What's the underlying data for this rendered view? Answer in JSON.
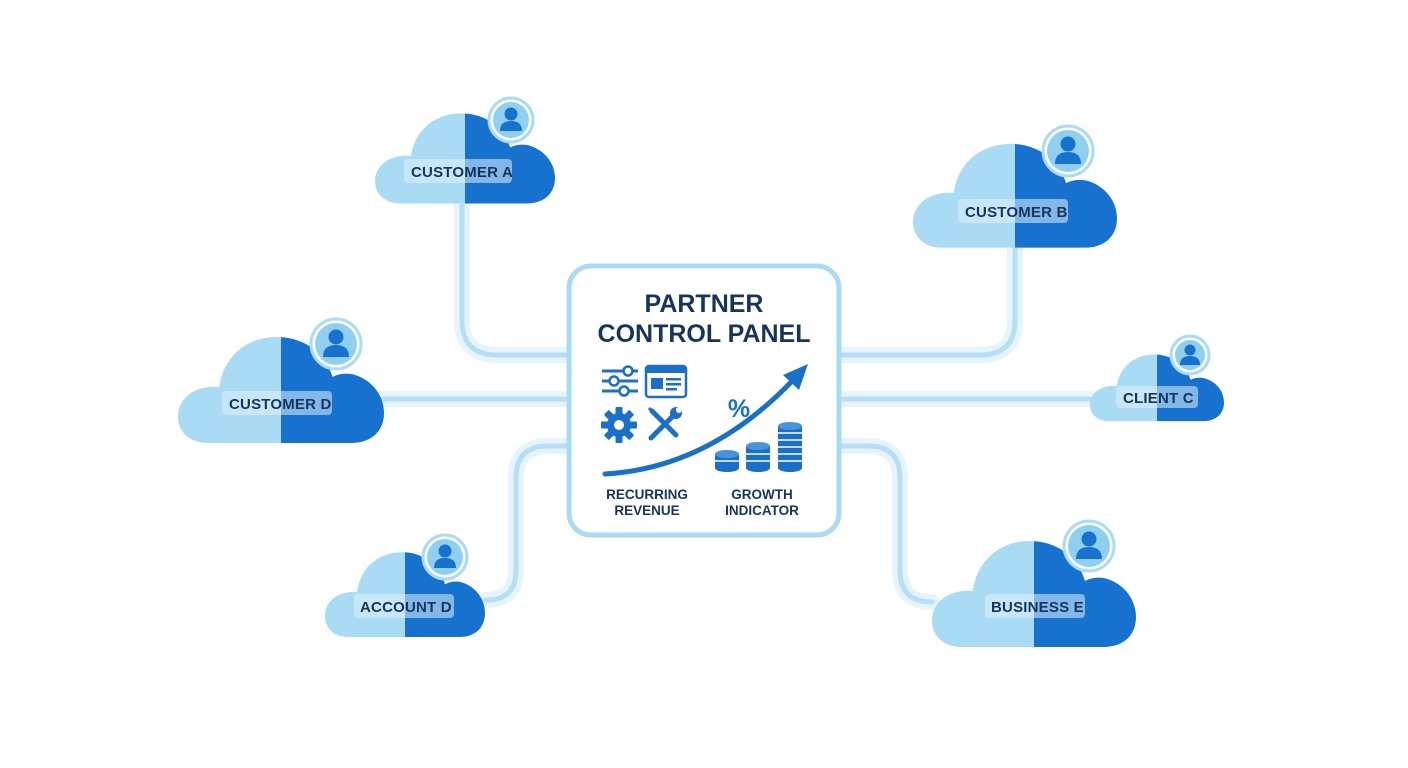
{
  "hub": {
    "title_line1": "PARTNER",
    "title_line2": "CONTROL PANEL",
    "left_caption_line1": "RECURRING",
    "left_caption_line2": "REVENUE",
    "right_caption_line1": "GROWTH",
    "right_caption_line2": "INDICATOR",
    "percent_symbol": "%",
    "icons": [
      "sliders-icon",
      "browser-window-icon",
      "gear-icon",
      "wrench-screwdriver-icon",
      "growth-arrow-icon",
      "coin-stack-icon"
    ]
  },
  "nodes": [
    {
      "label": "CUSTOMER A",
      "icon": "user-avatar-icon"
    },
    {
      "label": "CUSTOMER B",
      "icon": "user-avatar-icon"
    },
    {
      "label": "CUSTOMER D",
      "icon": "user-avatar-icon"
    },
    {
      "label": "CLIENT C",
      "icon": "user-avatar-icon"
    },
    {
      "label": "ACCOUNT D",
      "icon": "user-avatar-icon"
    },
    {
      "label": "BUSINESS E",
      "icon": "user-avatar-icon"
    }
  ],
  "colors": {
    "cloud_light": "#a9dbf4",
    "cloud_dark": "#1671cf",
    "connector": "#b6def6",
    "text_dark": "#17345c",
    "accent_blue": "#1a6fc9"
  }
}
